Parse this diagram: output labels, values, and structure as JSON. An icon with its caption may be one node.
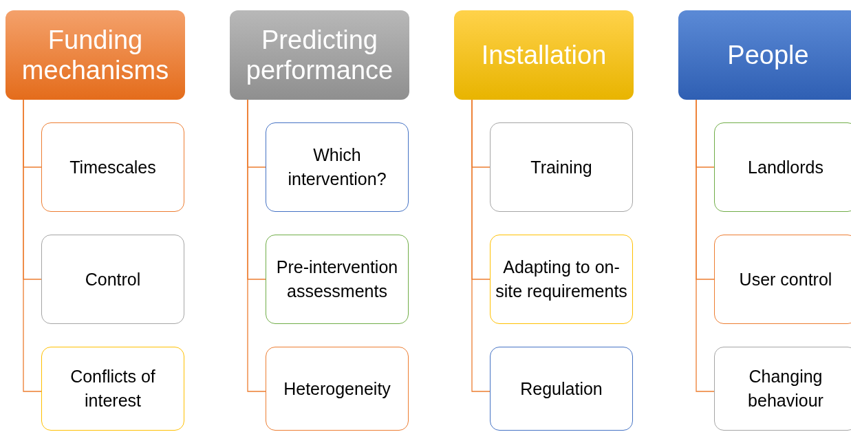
{
  "diagram": {
    "nodes": [
      {
        "text": [
          "Funding mechanisms"
        ]
      },
      {
        "text": [
          "Timescales"
        ]
      },
      {
        "text": [
          "Control"
        ]
      },
      {
        "text": [
          "Conflicts of interest"
        ]
      },
      {
        "text": [
          "Predicting performance"
        ]
      },
      {
        "text": [
          "Which intervention?"
        ]
      },
      {
        "text": [
          "Pre-intervention assessments"
        ]
      },
      {
        "text": [
          "Heterogeneity"
        ]
      },
      {
        "text": [
          "Installation"
        ]
      },
      {
        "text": [
          "Training"
        ]
      },
      {
        "text": [
          "Adapting to on-site requirements"
        ]
      },
      {
        "text": [
          "Regulation"
        ]
      },
      {
        "text": [
          "People"
        ]
      },
      {
        "text": [
          "Landlords"
        ]
      },
      {
        "text": [
          "User control"
        ]
      },
      {
        "text": [
          "Changing behaviour"
        ]
      }
    ],
    "edges": [
      {
        "from": 0,
        "to": 1,
        "arrow": "none"
      },
      {
        "from": 0,
        "to": 2,
        "arrow": "none"
      },
      {
        "from": 0,
        "to": 3,
        "arrow": "none"
      },
      {
        "from": 4,
        "to": 5,
        "arrow": "none"
      },
      {
        "from": 4,
        "to": 6,
        "arrow": "none"
      },
      {
        "from": 4,
        "to": 7,
        "arrow": "none"
      },
      {
        "from": 8,
        "to": 9,
        "arrow": "none"
      },
      {
        "from": 8,
        "to": 10,
        "arrow": "none"
      },
      {
        "from": 8,
        "to": 11,
        "arrow": "none"
      },
      {
        "from": 12,
        "to": 13,
        "arrow": "none"
      },
      {
        "from": 12,
        "to": 14,
        "arrow": "none"
      },
      {
        "from": 12,
        "to": 15,
        "arrow": "none"
      }
    ]
  }
}
